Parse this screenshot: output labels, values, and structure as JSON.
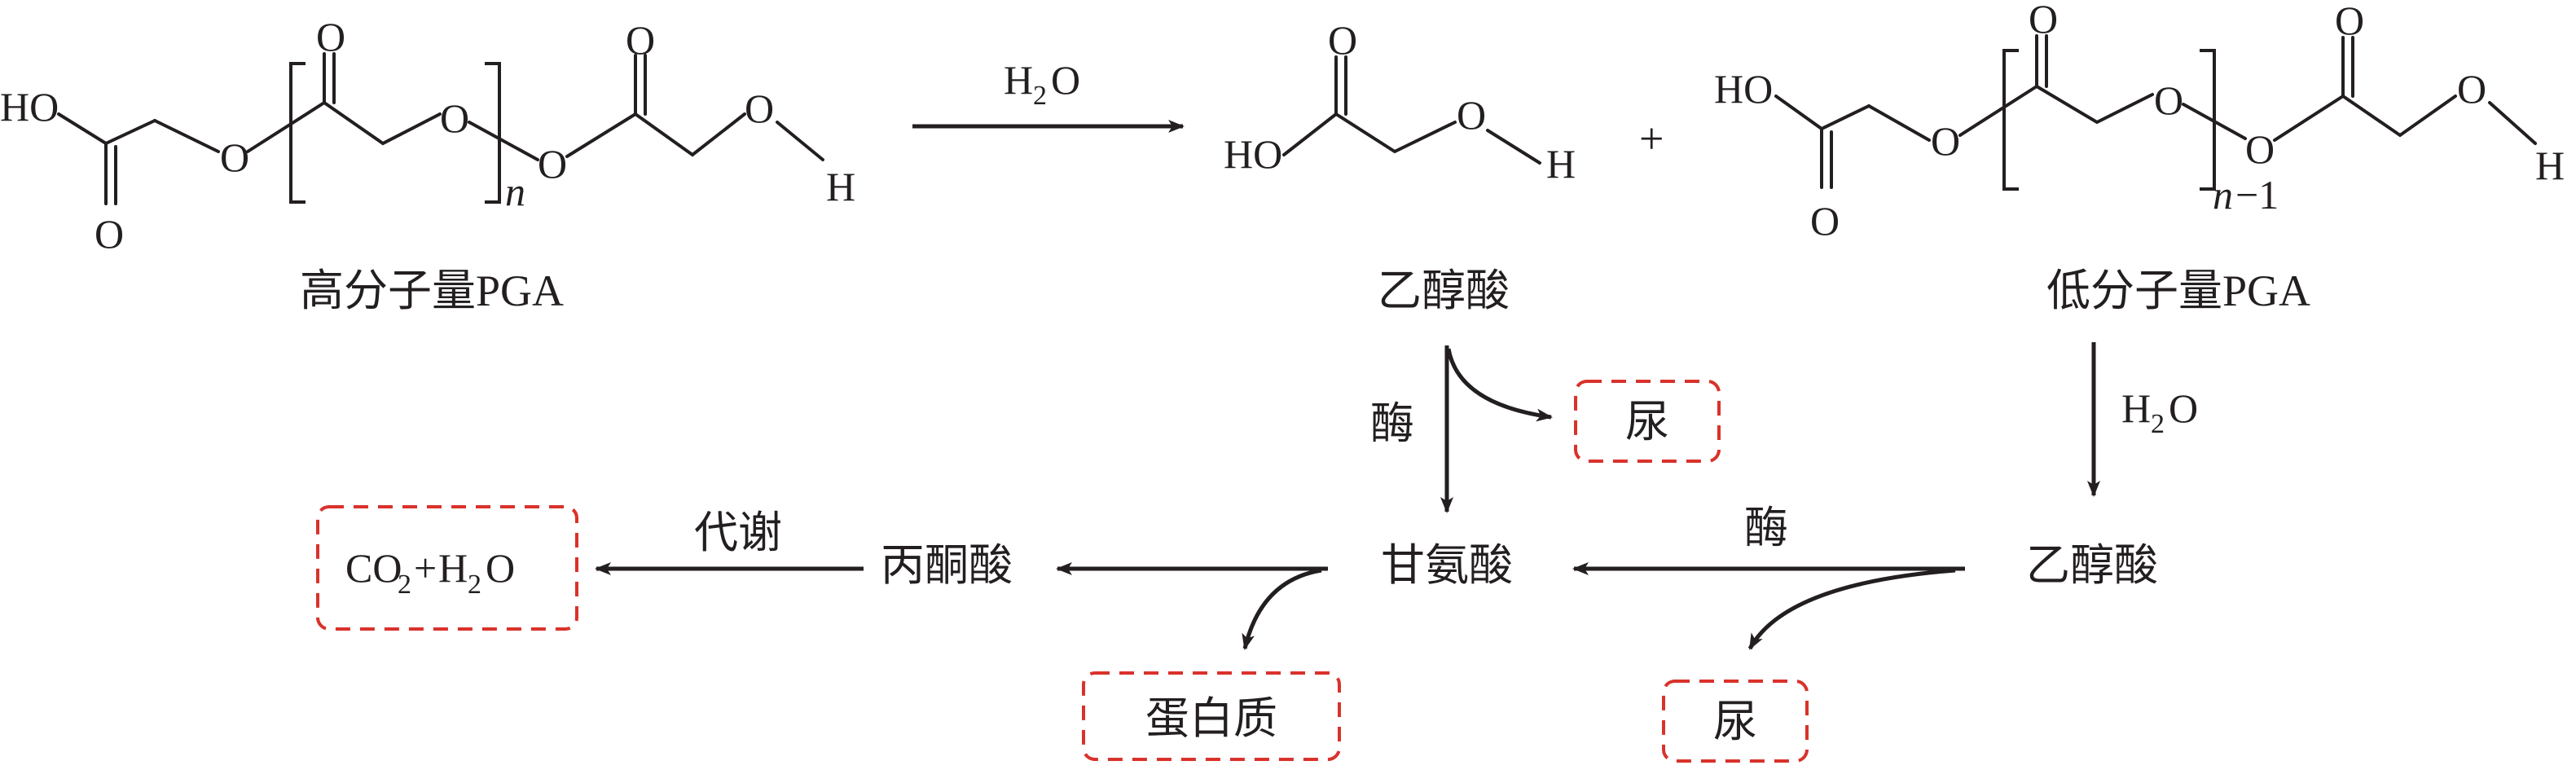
{
  "colors": {
    "ink": "#231f20",
    "highlight_box": "#d9322b"
  },
  "structures": {
    "high_pga": {
      "atoms": {
        "ho": "HO",
        "o": "O",
        "h": "H",
        "repeat_n": "n"
      },
      "label": "高分子量PGA"
    },
    "glycolic_acid_1": {
      "atoms": {
        "ho": "HO",
        "o": "O",
        "h": "H"
      },
      "label": "乙醇酸"
    },
    "plus": "+",
    "low_pga": {
      "atoms": {
        "ho": "HO",
        "o": "O",
        "h": "H",
        "repeat_n": "n",
        "minus_one": "−1"
      },
      "label": "低分子量PGA"
    }
  },
  "conditions": {
    "water": {
      "h": "H",
      "sub": "2",
      "o": "O"
    },
    "enzyme": "酶",
    "metabolism": "代谢"
  },
  "species": {
    "urine": "尿",
    "glycine": "甘氨酸",
    "glycolic_acid_2": "乙醇酸",
    "pyruvic_acid": "丙酮酸",
    "protein": "蛋白质",
    "final_products": {
      "co": "CO",
      "sub_2a": "2",
      "plus": "+",
      "h": "H",
      "sub_2b": "2",
      "o": "O"
    }
  }
}
